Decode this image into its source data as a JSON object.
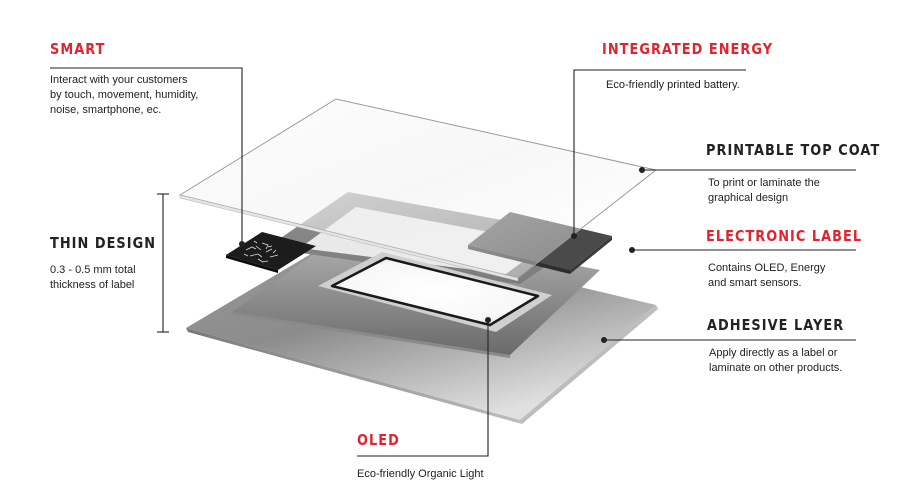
{
  "callouts": {
    "smart": {
      "title": "SMART",
      "text": "Interact with your customers\nby touch, movement, humidity,\nnoise, smartphone, ec."
    },
    "integrated_energy": {
      "title": "INTEGRATED ENERGY",
      "text": "Eco-friendly printed battery."
    },
    "printable_top_coat": {
      "title": "PRINTABLE TOP COAT",
      "text": "To print or laminate the\ngraphical design"
    },
    "electronic_label": {
      "title": "ELECTRONIC LABEL",
      "text": "Contains OLED, Energy\nand smart sensors."
    },
    "adhesive_layer": {
      "title": "ADHESIVE LAYER",
      "text": "Apply directly as a label or\nlaminate on other products."
    },
    "thin_design": {
      "title": "THIN DESIGN",
      "text": "0.3 - 0.5 mm total\nthickness of label"
    },
    "oled": {
      "title": "OLED",
      "text": "Eco-friendly Organic Light"
    }
  },
  "colors": {
    "accent_red": "#e3232e",
    "title_dark": "#222222",
    "leader_line": "#222222"
  }
}
